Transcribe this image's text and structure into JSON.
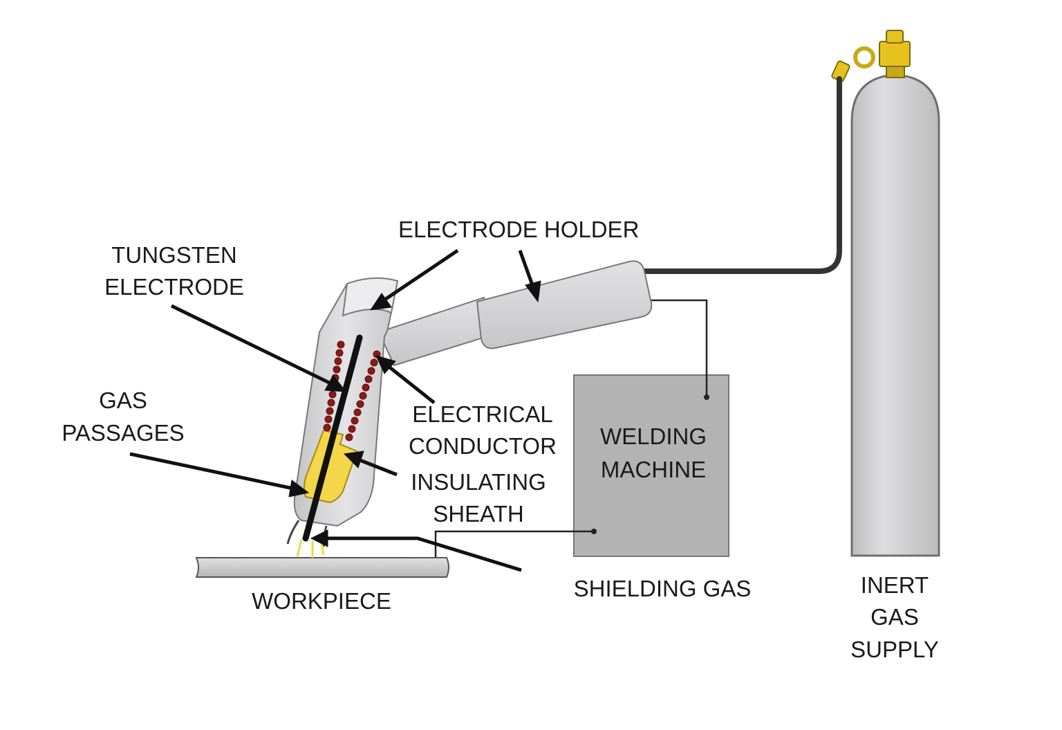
{
  "labels": {
    "electrode_holder": "ELECTRODE HOLDER",
    "tungsten_line1": "TUNGSTEN",
    "tungsten_line2": "ELECTRODE",
    "gas_line1": "GAS",
    "gas_line2": "PASSAGES",
    "electrical_line1": "ELECTRICAL",
    "electrical_line2": "CONDUCTOR",
    "insulating_line1": "INSULATING",
    "insulating_line2": "SHEATH",
    "welding_line1": "WELDING",
    "welding_line2": "MACHINE",
    "shielding_gas": "SHIELDING GAS",
    "workpiece": "WORKPIECE",
    "inert_line1": "INERT",
    "inert_line2": "GAS",
    "inert_line3": "SUPPLY"
  },
  "colors": {
    "torch_body": "#d9d9da",
    "machine_fill": "#b3b3b3",
    "cylinder_fill": "#cfcfd0",
    "conductor_coil": "#8b1a1a",
    "sheath_yellow": "#f3d64a",
    "valve_gold": "#e6c21f",
    "hose_dark": "#333333"
  }
}
